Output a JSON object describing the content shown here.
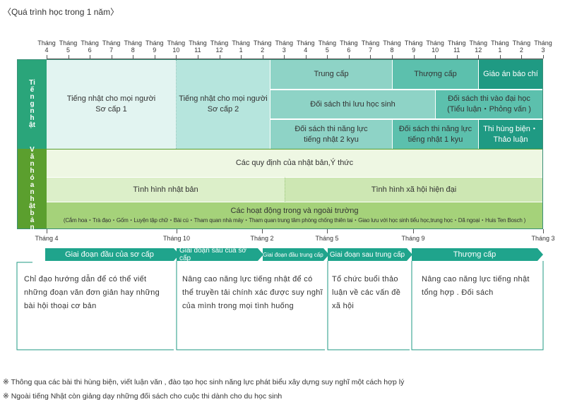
{
  "title": "〈Quá trình học trong 1 năm〉",
  "months": [
    {
      "name": "Tháng",
      "num": "4"
    },
    {
      "name": "Tháng",
      "num": "5"
    },
    {
      "name": "Tháng",
      "num": "6"
    },
    {
      "name": "Tháng",
      "num": "7"
    },
    {
      "name": "Tháng",
      "num": "8"
    },
    {
      "name": "Tháng",
      "num": "9"
    },
    {
      "name": "Tháng",
      "num": "10"
    },
    {
      "name": "Tháng",
      "num": "11"
    },
    {
      "name": "Tháng",
      "num": "12"
    },
    {
      "name": "Tháng",
      "num": "1"
    },
    {
      "name": "Tháng",
      "num": "2"
    },
    {
      "name": "Tháng",
      "num": "3"
    },
    {
      "name": "Tháng",
      "num": "4"
    },
    {
      "name": "Tháng",
      "num": "5"
    },
    {
      "name": "Tháng",
      "num": "6"
    },
    {
      "name": "Tháng",
      "num": "7"
    },
    {
      "name": "Tháng",
      "num": "8"
    },
    {
      "name": "Tháng",
      "num": "9"
    },
    {
      "name": "Tháng",
      "num": "10"
    },
    {
      "name": "Tháng",
      "num": "11"
    },
    {
      "name": "Tháng",
      "num": "12"
    },
    {
      "name": "Tháng",
      "num": "1"
    },
    {
      "name": "Tháng",
      "num": "2"
    },
    {
      "name": "Tháng",
      "num": "3"
    }
  ],
  "side": {
    "japanese": "Tiếng nhật",
    "culture": "Văn hóa nhật bản"
  },
  "japanese_rows": {
    "beginner1": "Tiếng nhật cho mọi người\nSơ cấp 1",
    "beginner2": "Tiếng nhật cho mọi người\nSơ cấp 2",
    "intermediate": "Trung cấp",
    "upper": "Thượng cấp",
    "newspaper": "Giáo án báo chí",
    "eju": "Đối sách thi lưu học sinh",
    "university": "Đối sách thi vào đại học\n(Tiểu luận・Phỏng vấn )",
    "jlpt2": "Đối sách thi năng lực\ntiếng nhật 2 kyu",
    "jlpt1": "Đối sách thi năng lực\ntiếng nhật 1 kyu",
    "speech": "Thi hùng biện・\nThảo luận"
  },
  "culture_rows": {
    "rules": "Các quy định của nhật bản,Ý thức",
    "situation": "Tình hình nhật bản",
    "society": "Tình hình xã hội hiện đại",
    "activities": "Các hoạt động trong và ngoài trường",
    "activities_list": "(Cắm hoa・Trà đạo・Gốm・Luyện tập chữ・Bài cú・Tham quan nhà máy・Tham quan trung tâm phòng chống thiên tai・Giao lưu với học sinh tiểu học,trung học・Dã ngoại・Huis Ten Bosch )"
  },
  "stage_marks": [
    "Tháng 4",
    "Tháng 10",
    "Tháng 2",
    "Tháng 5",
    "Tháng 9",
    "Tháng 3"
  ],
  "stages": [
    {
      "label": "Giai đoạn đầu của sơ cấp",
      "desc": "Chỉ đạo hướng dẫn để có thể viết những đoạn văn đơn giản hay những bài hội thoại cơ bản"
    },
    {
      "label": "Giai đoạn sau của sơ cấp",
      "desc": "Nâng cao năng lực tiếng nhật để có thể truyền tải chính xác được suy nghĩ của mình trong mọi tình huống"
    },
    {
      "label": "Giai đoạn đầu trung cấp",
      "desc": ""
    },
    {
      "label": "Giai đoạn sau trung cấp",
      "desc": "Tổ chức buổi thảo luận về các vấn đề xã hội"
    },
    {
      "label": "Thượng cấp",
      "desc": "Nâng cao năng lực tiếng nhật tổng hợp . Đối sách"
    }
  ],
  "notes": [
    "※ Thông qua các bài thi hùng biện, viết luận văn , đào tạo học sinh năng lực phát biểu xây dựng suy nghĩ một cách hợp lý",
    "※ Ngoài tiếng Nhật còn giảng dạy những đối sách cho cuộc thi dành cho du học sinh"
  ],
  "colors": {
    "dark_teal": "#1f9a83",
    "mid_teal": "#5cc0ad",
    "light_teal": "#8ed3c6",
    "pale_teal": "#b6e5dd",
    "very_pale_teal": "#e2f4f1",
    "side_green": "#2aa57a",
    "side_culture": "#5b9f2e",
    "culture_pale": "#eef7e3",
    "culture_light": "#cde7b3",
    "culture_mid": "#a5d27a"
  }
}
